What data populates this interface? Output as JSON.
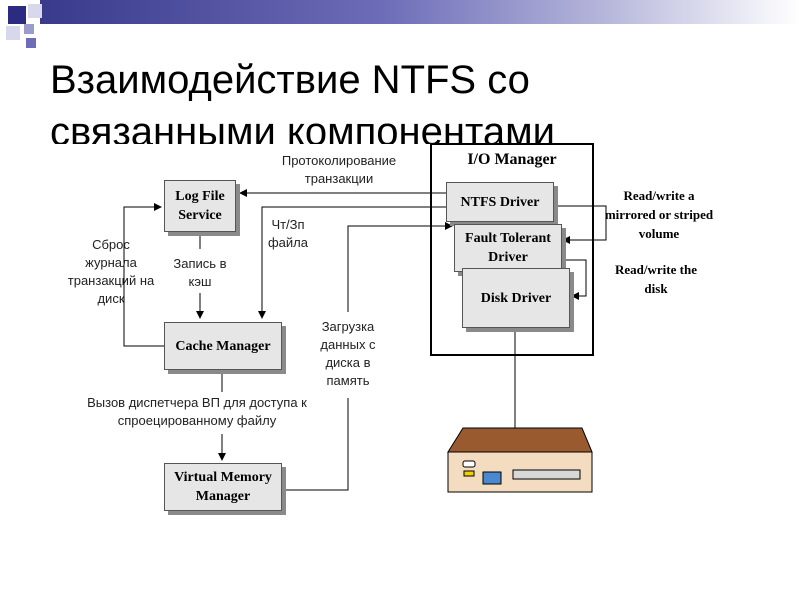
{
  "slide": {
    "title_line1": "Взаимодействие NTFS со",
    "title_line2": "связанными компонентами"
  },
  "diagram": {
    "io_manager": "I/O Manager",
    "boxes": {
      "log_file_service": "Log File Service",
      "cache_manager": "Cache Manager",
      "virtual_memory_manager": "Virtual Memory Manager",
      "ntfs_driver": "NTFS Driver",
      "fault_tolerant_driver": "Fault Tolerant Driver",
      "disk_driver": "Disk Driver"
    },
    "labels": {
      "transaction_logging": "Протоколирование транзакции",
      "file_rw": "Чт/Зп файла",
      "flush_log": "Сброс журнала транзакций на диск",
      "write_cache": "Запись в кэш",
      "load_data": "Загрузка данных с диска в память",
      "vm_call": "Вызов диспетчера ВП для доступа к спроецированному файлу",
      "rw_mirrored": "Read/write a mirrored or striped volume",
      "rw_disk": "Read/write the disk"
    }
  },
  "colors": {
    "box_fill": "#e6e6e6",
    "box_shadow": "#8a8a8a",
    "disk_body": "#f3dcc0",
    "disk_top": "#9a5a30"
  }
}
